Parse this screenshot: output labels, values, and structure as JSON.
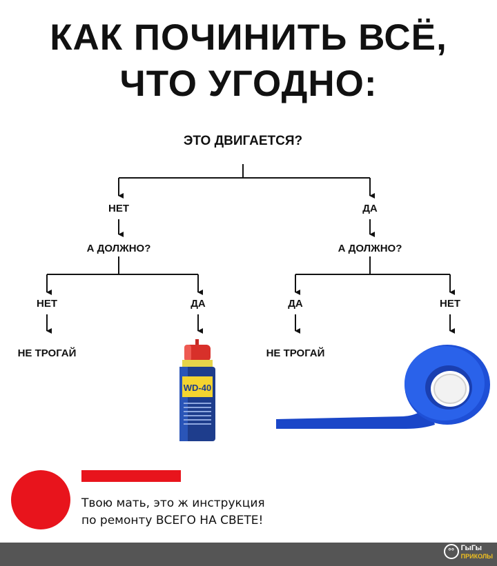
{
  "title": {
    "line1": "КАК ПОЧИНИТЬ ВСЁ,",
    "line2": "ЧТО УГОДНО:"
  },
  "flowchart": {
    "root": "ЭТО ДВИГАЕТСЯ?",
    "left": {
      "answer": "НЕТ",
      "question": "А ДОЛЖНО?",
      "branch_no": {
        "answer": "НЕТ",
        "result": "НЕ ТРОГАЙ"
      },
      "branch_yes": {
        "answer": "ДА",
        "result_image": "wd40-can",
        "can_label": "WD-40"
      }
    },
    "right": {
      "answer": "ДА",
      "question": "А ДОЛЖНО?",
      "branch_yes": {
        "answer": "ДА",
        "result": "НЕ ТРОГАЙ"
      },
      "branch_no": {
        "answer": "НЕТ",
        "result_image": "blue-tape-roll"
      }
    }
  },
  "caption": {
    "line1": "Твою мать, это ж инструкция",
    "line2": "по ремонту ВСЕГО НА СВЕТЕ!"
  },
  "footer": {
    "brand_main": "ГыГы",
    "brand_sub": "ПРИКОЛЫ"
  },
  "colors": {
    "red": "#e8141c",
    "tape_blue": "#1e4fd6",
    "footer": "#555555"
  }
}
